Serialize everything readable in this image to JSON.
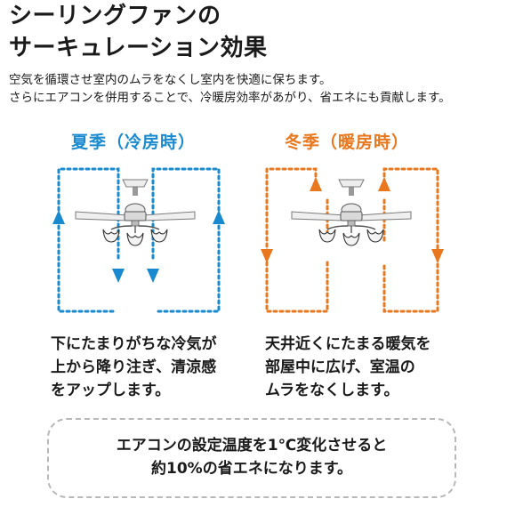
{
  "header": {
    "title_line1": "シーリングファンの",
    "title_line2": "サーキュレーション効果"
  },
  "intro": {
    "line1": "空気を循環させ室内のムラをなくし室内を快適に保ちます。",
    "line2": "さらにエアコンを併用することで、冷暖房効率があがり、省エネにも貢献します。"
  },
  "summer": {
    "title": "夏季（冷房時）",
    "caption_line1": "下にたまりがちな冷気が",
    "caption_line2": "上から降り注ぎ、清涼感",
    "caption_line3": "をアップします。",
    "color": "#1a8ad0",
    "airflow": "down-center"
  },
  "winter": {
    "title": "冬季（暖房時）",
    "caption_line1": "天井近くにたまる暖気を",
    "caption_line2": "部屋中に広げ、室温の",
    "caption_line3": "ムラをなくします。",
    "color": "#e8771e",
    "airflow": "up-center"
  },
  "note": {
    "line1": "エアコンの設定温度を1℃変化させると",
    "line2": "約10%の省エネになります。"
  },
  "icons": [
    "ceiling-fan-icon",
    "arrow-up-icon",
    "arrow-down-icon"
  ]
}
